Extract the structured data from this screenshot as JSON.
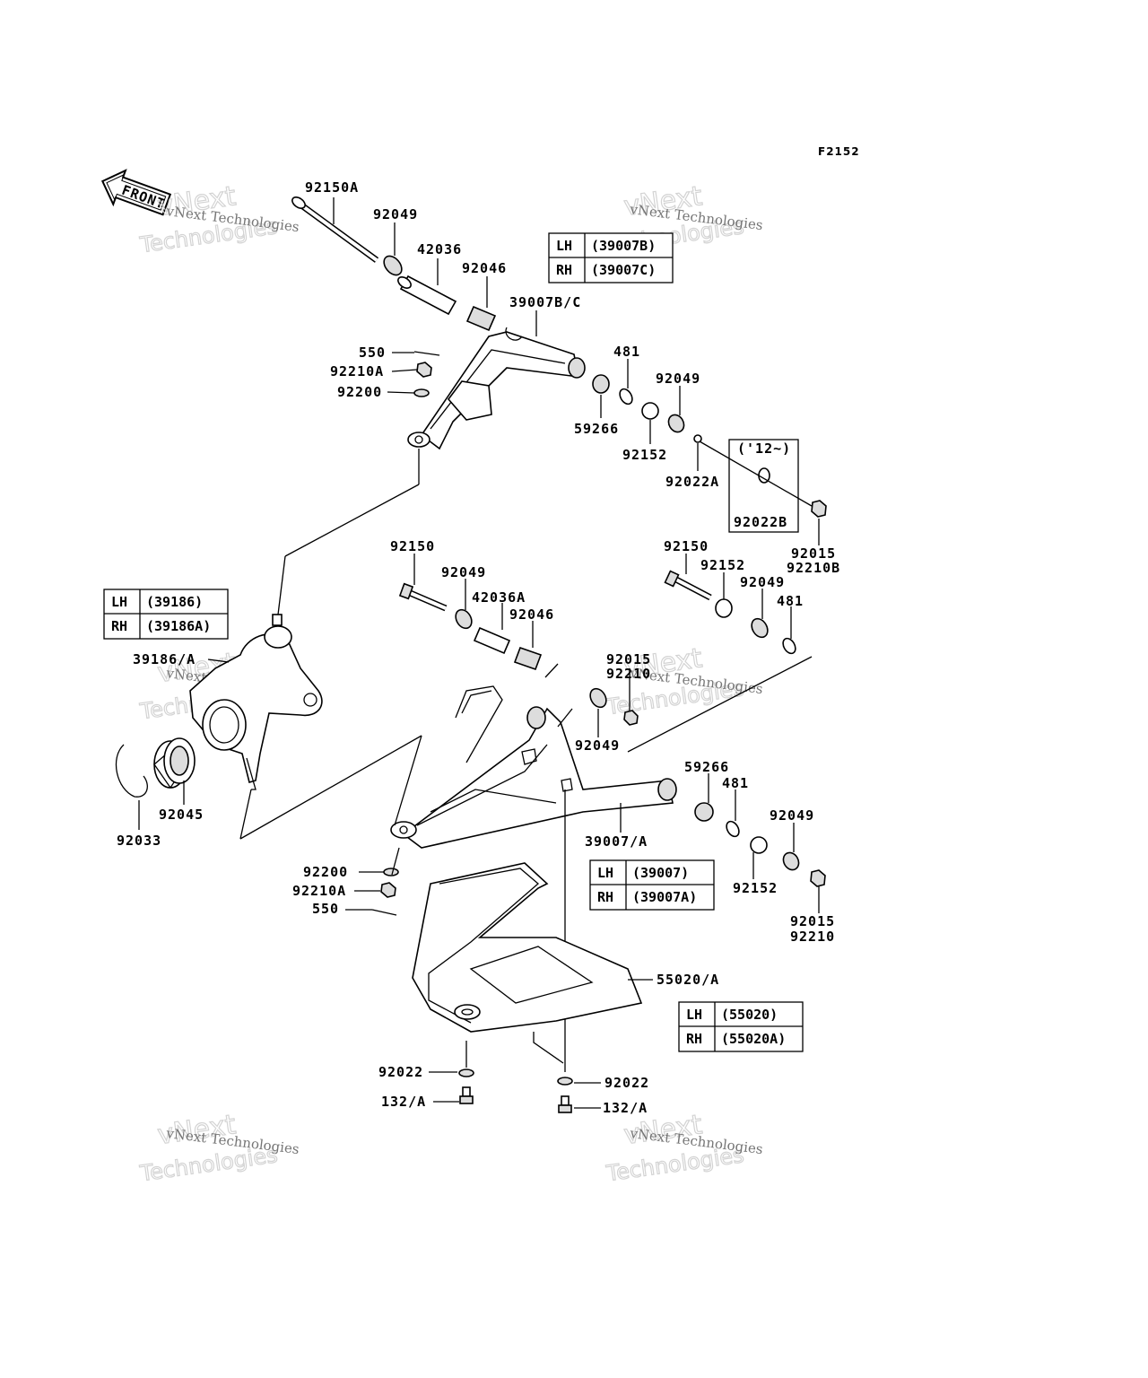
{
  "diagram_code": "F2152",
  "front_label": "FRONT",
  "watermark": {
    "line1": "vNext Technologies",
    "line2": "vNext",
    "line3": "Technologies"
  },
  "labels": {
    "p92150A": "92150A",
    "p92049_a": "92049",
    "p42036": "42036",
    "p92046_a": "92046",
    "p39007BC": "39007B/C",
    "p550_a": "550",
    "p92210A_a": "92210A",
    "p92200_a": "92200",
    "p481_a": "481",
    "p92049_b": "92049",
    "p59266_a": "59266",
    "p92152_a": "92152",
    "p92022A": "92022A",
    "p12": "('12~)",
    "p92022B": "92022B",
    "p92015_a": "92015",
    "p92210B": "92210B",
    "p92150_a": "92150",
    "p92049_c": "92049",
    "p42036A": "42036A",
    "p92046_b": "92046",
    "p92150_b": "92150",
    "p92152_b": "92152",
    "p92049_d": "92049",
    "p481_b": "481",
    "p92015_b": "92015",
    "p92210_b": "92210",
    "p92049_e": "92049",
    "p39186A": "39186/A",
    "p92045": "92045",
    "p92033": "92033",
    "p59266_b": "59266",
    "p481_c": "481",
    "p92049_f": "92049",
    "p39007A": "39007/A",
    "p92152_c": "92152",
    "p92015_c": "92015",
    "p92210_c": "92210",
    "p92200_b": "92200",
    "p92210A_b": "92210A",
    "p550_b": "550",
    "p55020A": "55020/A",
    "p92022_a": "92022",
    "p132A_a": "132/A",
    "p92022_b": "92022",
    "p132A_b": "132/A"
  },
  "tables": {
    "upper_arm": {
      "lh": "LH",
      "lh_val": "(39007B)",
      "rh": "RH",
      "rh_val": "(39007C)"
    },
    "knuckle": {
      "lh": "LH",
      "lh_val": "(39186)",
      "rh": "RH",
      "rh_val": "(39186A)"
    },
    "lower_arm": {
      "lh": "LH",
      "lh_val": "(39007)",
      "rh": "RH",
      "rh_val": "(39007A)"
    },
    "guard": {
      "lh": "LH",
      "lh_val": "(55020)",
      "rh": "RH",
      "rh_val": "(55020A)"
    }
  }
}
